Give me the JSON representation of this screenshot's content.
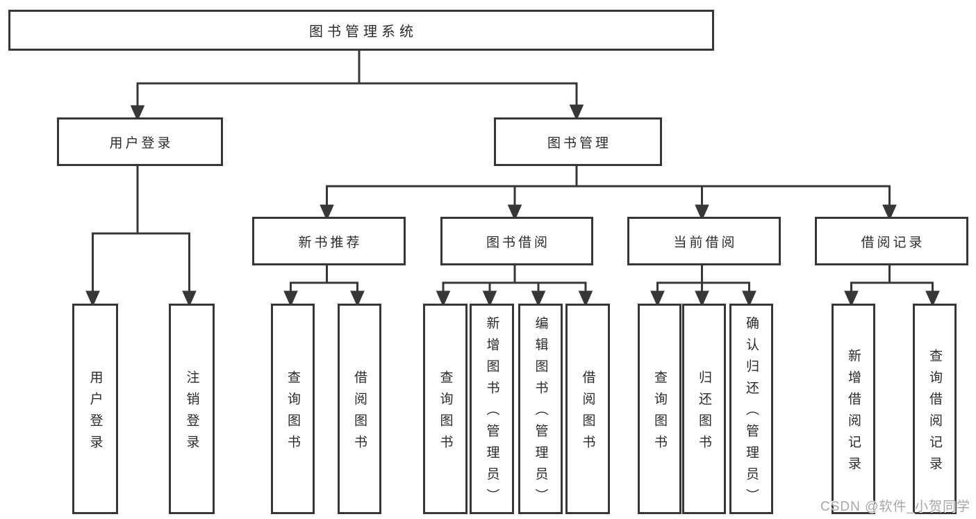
{
  "diagram": {
    "root": {
      "label": "图书管理系统",
      "children": [
        {
          "label": "用户登录",
          "children": [
            {
              "label": "用户登录"
            },
            {
              "label": "注销登录"
            }
          ]
        },
        {
          "label": "图书管理",
          "children": [
            {
              "label": "新书推荐",
              "children": [
                {
                  "label": "查询图书"
                },
                {
                  "label": "借阅图书"
                }
              ]
            },
            {
              "label": "图书借阅",
              "children": [
                {
                  "label": "查询图书"
                },
                {
                  "label": "新增图书（管理员）"
                },
                {
                  "label": "编辑图书（管理员）"
                },
                {
                  "label": "借阅图书"
                }
              ]
            },
            {
              "label": "当前借阅",
              "children": [
                {
                  "label": "查询图书"
                },
                {
                  "label": "归还图书"
                },
                {
                  "label": "确认归还（管理员）"
                }
              ]
            },
            {
              "label": "借阅记录",
              "children": [
                {
                  "label": "新增借阅记录"
                },
                {
                  "label": "查询借阅记录"
                }
              ]
            }
          ]
        }
      ]
    }
  },
  "watermark": {
    "text": "CSDN @软件_小贺同学"
  },
  "colors": {
    "line": "#373737",
    "box_border": "#373737",
    "text": "#2b2b2b",
    "watermark": "#a6a6a6",
    "background": "#ffffff"
  }
}
